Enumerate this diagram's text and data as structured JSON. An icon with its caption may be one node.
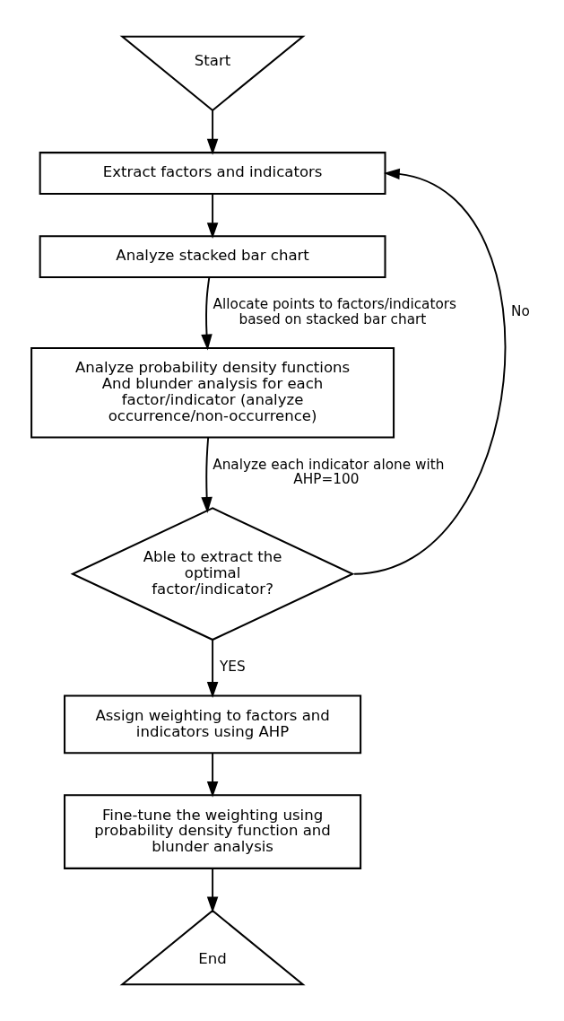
{
  "diagram": {
    "nodes": [
      {
        "text": [
          "Start"
        ]
      },
      {
        "text": [
          "Extract factors and indicators"
        ]
      },
      {
        "text": [
          "Analyze stacked bar chart"
        ]
      },
      {
        "text": [
          "Analyze probability density functions And blunder analysis for each factor/indicator (analyze occurrence/non-occurrence)"
        ]
      },
      {
        "text": [
          "Able to extract the optimal factor/indicator?"
        ]
      },
      {
        "text": [
          "Assign weighting to factors and indicators using AHP"
        ]
      },
      {
        "text": [
          "Fine-tune the weighting using probability density function and blunder analysis"
        ]
      },
      {
        "text": [
          "End"
        ]
      }
    ],
    "edges": [
      {
        "from": 0,
        "to": 1,
        "arrow": "to"
      },
      {
        "from": 1,
        "to": 2,
        "arrow": "to"
      },
      {
        "from": 2,
        "to": 3,
        "arrow": "to",
        "label": "Allocate points to factors/indicators based on stacked bar chart"
      },
      {
        "from": 3,
        "to": 4,
        "arrow": "to",
        "label": "Analyze each indicator alone with AHP=100"
      },
      {
        "from": 4,
        "to": 1,
        "arrow": "to",
        "label": "No"
      },
      {
        "from": 4,
        "to": 5,
        "arrow": "to",
        "label": "YES"
      },
      {
        "from": 5,
        "to": 6,
        "arrow": "to"
      },
      {
        "from": 6,
        "to": 7,
        "arrow": "to"
      }
    ]
  }
}
